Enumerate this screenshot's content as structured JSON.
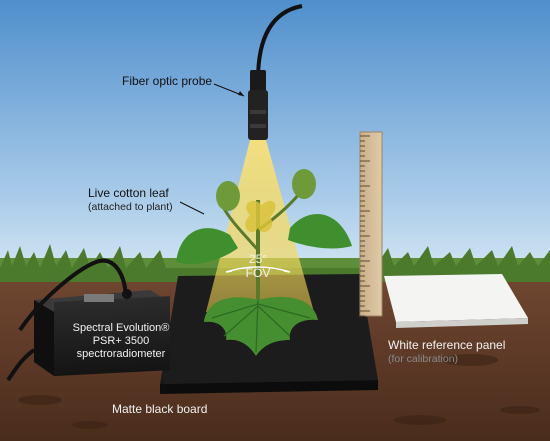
{
  "labels": {
    "probe": "Fiber optic probe",
    "leaf_main": "Live cotton leaf",
    "leaf_sub": "(attached to plant)",
    "fov_angle": "25°",
    "fov_unit": "FOV",
    "device_line1": "Spectral Evolution®",
    "device_line2": "PSR+ 3500",
    "device_line3": "spectroradiometer",
    "panel_main": "White reference panel",
    "panel_sub": "(for calibration)",
    "board": "Matte black board"
  },
  "colors": {
    "sky_top": "#4f8fcc",
    "sky_bottom": "#c6def0",
    "soil": "#5a3826",
    "beam": "#f2d74a",
    "leaf": "#3f8f2f"
  }
}
